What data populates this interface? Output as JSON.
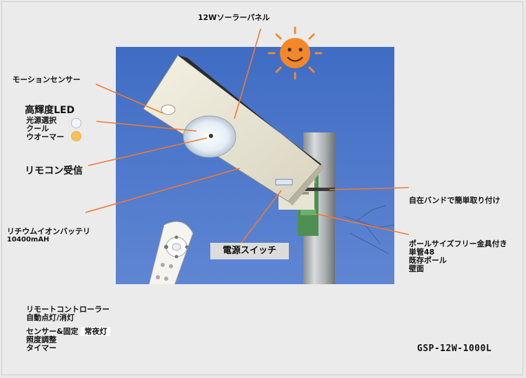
{
  "labels": {
    "solar_panel": "12Wソーラーパネル",
    "motion_sensor": "モーションセンサー",
    "high_brightness_led": "高輝度LED",
    "light_source_select": "光源選択",
    "cool": "クール",
    "warm": "ウオーマー",
    "remote_receiver": "リモコン受信",
    "battery_line1": "リチウムイオンバッテリ",
    "battery_line2": "10400mAH",
    "power_switch": "電源スイッチ",
    "band_mount": "自在バンドで簡単取り付け",
    "pole_line1": "ポールサイズフリー金具付き",
    "pole_line2": "単管48",
    "pole_line3": "既存ポール",
    "pole_line4": "壁面",
    "remote_line1": "リモートコントローラー",
    "remote_line2": "自動点灯/消灯",
    "remote_line3a": "センサー&固定",
    "remote_line3b": "常夜灯",
    "remote_line4": "照度調整",
    "remote_line5": "タイマー",
    "model": "GSP-12W-1000L"
  },
  "colors": {
    "leader_line": "#f07a2e",
    "sky": "#4f78c9",
    "sun": "#f58a2a",
    "warm_dot": "#f5c25a",
    "cool_dot": "#f2f7ff"
  },
  "icons": {
    "sun": "sun-icon",
    "remote": "remote-control-icon",
    "lamp": "solar-street-lamp-icon"
  }
}
